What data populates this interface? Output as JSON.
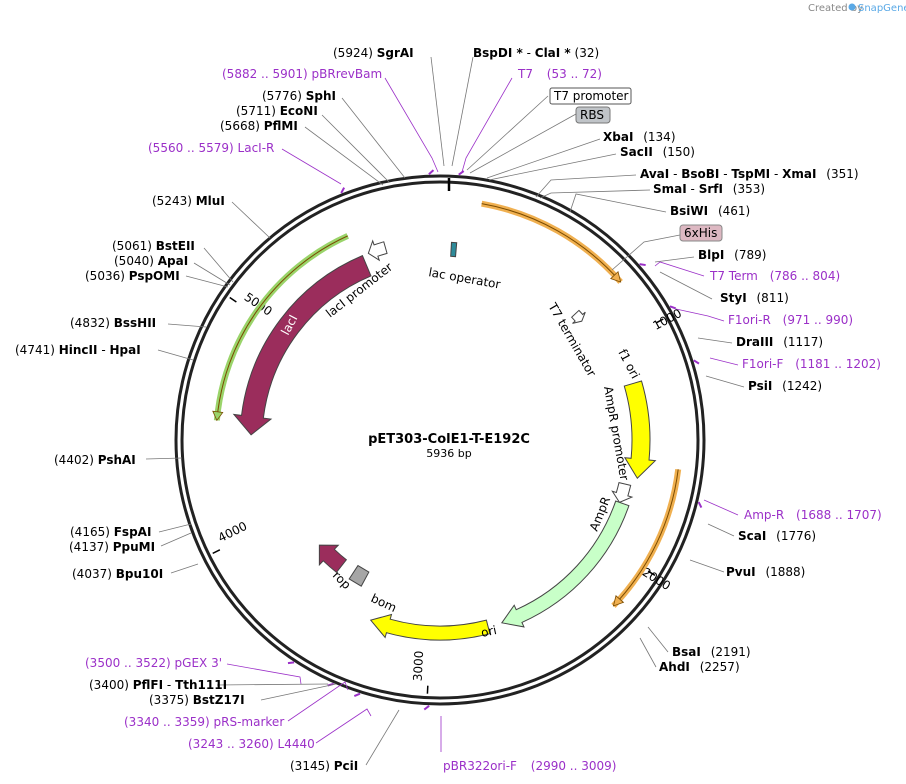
{
  "watermark": {
    "prefix": "Created by",
    "brand": "SnapGene"
  },
  "plasmid": {
    "name": "pET303-ColE1-T-E192C",
    "size_label": "5936 bp"
  },
  "ruler": [
    {
      "bp": 1000,
      "label": "1000"
    },
    {
      "bp": 2000,
      "label": "2000"
    },
    {
      "bp": 3000,
      "label": "3000"
    },
    {
      "bp": 4000,
      "label": "4000"
    },
    {
      "bp": 5000,
      "label": "5000"
    }
  ],
  "features": [
    {
      "name": "lacI",
      "start": 5545,
      "end": 4463,
      "color": "#9b2d5c",
      "kind": "arrow",
      "label": "lacI"
    },
    {
      "name": "lacI promoter",
      "start": 5660,
      "end": 5575,
      "color": "#ffffff",
      "kind": "arrow",
      "label": "lacI promoter"
    },
    {
      "name": "f1 ori",
      "start": 1200,
      "end": 1650,
      "color": "#ffff00",
      "kind": "arrow",
      "label": "f1 ori"
    },
    {
      "name": "AmpR promoter",
      "start": 1690,
      "end": 1785,
      "color": "#ffffff",
      "kind": "arrow",
      "label": "AmpR promoter"
    },
    {
      "name": "AmpR",
      "start": 1785,
      "end": 2645,
      "color": "#c8ffc8",
      "kind": "arrow",
      "label": "AmpR"
    },
    {
      "name": "ori",
      "start": 2715,
      "end": 3300,
      "color": "#ffff00",
      "kind": "arrow",
      "label": "ori"
    },
    {
      "name": "rop",
      "start": 3580,
      "end": 3760,
      "color": "#9b2d5c",
      "kind": "arrow",
      "label": "rop"
    },
    {
      "name": "bom",
      "start": 3420,
      "end": 3500,
      "color": "#a6a6a6",
      "kind": "box",
      "label": "bom"
    },
    {
      "name": "lac operator",
      "start": 40,
      "end": 65,
      "color": "#2e8b9a",
      "kind": "box",
      "label": "lac operator"
    },
    {
      "name": "T7 terminator",
      "start": 760,
      "end": 810,
      "color": "#ffffff",
      "kind": "arrow",
      "label": "T7 terminator"
    }
  ],
  "outer_arcs": [
    {
      "name": "orange-cds-1",
      "start": 150,
      "end": 790,
      "color": "#f0b050"
    },
    {
      "name": "orange-cds-2",
      "start": 1585,
      "end": 2190,
      "color": "#f0b050"
    },
    {
      "name": "green-arc-lacI",
      "start": 5520,
      "end": 4520,
      "color": "#9ad46a"
    }
  ],
  "labels": [
    {
      "id": "sgrai",
      "pos": "(5924)",
      "name": "SgrAI",
      "kind": "enzyme"
    },
    {
      "id": "bspdi-clai",
      "name": "BspDI *",
      "sep": "-",
      "name2": "ClaI *",
      "pos": "(32)",
      "kind": "enzyme"
    },
    {
      "id": "pbrrevbam",
      "pos": "(5882 .. 5901)",
      "name": "pBRrevBam",
      "kind": "primer"
    },
    {
      "id": "t7",
      "name": "T7",
      "pos": "(53 .. 72)",
      "kind": "primer"
    },
    {
      "id": "t7-promoter",
      "name": "T7 promoter",
      "kind": "box-white"
    },
    {
      "id": "rbs",
      "name": "RBS",
      "kind": "box-gray"
    },
    {
      "id": "sphi",
      "pos": "(5776)",
      "name": "SphI",
      "kind": "enzyme"
    },
    {
      "id": "econi",
      "pos": "(5711)",
      "name": "EcoNI",
      "kind": "enzyme"
    },
    {
      "id": "pflmi",
      "pos": "(5668)",
      "name": "PflMI",
      "kind": "enzyme"
    },
    {
      "id": "xbai",
      "name": "XbaI",
      "pos": "(134)",
      "kind": "enzyme"
    },
    {
      "id": "sacii",
      "name": "SacII",
      "pos": "(150)",
      "kind": "enzyme"
    },
    {
      "id": "laci-r",
      "pos": "(5560 .. 5579)",
      "name": "LacI-R",
      "kind": "primer"
    },
    {
      "id": "avai-group",
      "name": "AvaI",
      "sep": "-",
      "name2": "BsoBI",
      "name3": "TspMI",
      "name4": "XmaI",
      "pos": "(351)",
      "kind": "enzyme"
    },
    {
      "id": "smai-srfi",
      "name": "SmaI",
      "sep": "-",
      "name2": "SrfI",
      "pos": "(353)",
      "kind": "enzyme"
    },
    {
      "id": "mlui",
      "pos": "(5243)",
      "name": "MluI",
      "kind": "enzyme"
    },
    {
      "id": "bsiwi",
      "name": "BsiWI",
      "pos": "(461)",
      "kind": "enzyme"
    },
    {
      "id": "6xhis",
      "name": "6xHis",
      "kind": "box-pink"
    },
    {
      "id": "bsteii",
      "pos": "(5061)",
      "name": "BstEII",
      "kind": "enzyme"
    },
    {
      "id": "apai",
      "pos": "(5040)",
      "name": "ApaI",
      "kind": "enzyme"
    },
    {
      "id": "pspomi",
      "pos": "(5036)",
      "name": "PspOMI",
      "kind": "enzyme"
    },
    {
      "id": "blpi",
      "name": "BlpI",
      "pos": "(789)",
      "kind": "enzyme"
    },
    {
      "id": "t7-term",
      "name": "T7 Term",
      "pos": "(786 .. 804)",
      "kind": "primer"
    },
    {
      "id": "styi",
      "name": "StyI",
      "pos": "(811)",
      "kind": "enzyme"
    },
    {
      "id": "bsshii",
      "pos": "(4832)",
      "name": "BssHII",
      "kind": "enzyme"
    },
    {
      "id": "f1ori-r",
      "name": "F1ori-R",
      "pos": "(971 .. 990)",
      "kind": "primer"
    },
    {
      "id": "hincii-hpai",
      "pos": "(4741)",
      "name": "HincII",
      "sep": "-",
      "name2": "HpaI",
      "kind": "enzyme"
    },
    {
      "id": "draiii",
      "name": "DraIII",
      "pos": "(1117)",
      "kind": "enzyme"
    },
    {
      "id": "f1ori-f",
      "name": "F1ori-F",
      "pos": "(1181 .. 1202)",
      "kind": "primer"
    },
    {
      "id": "psii",
      "name": "PsiI",
      "pos": "(1242)",
      "kind": "enzyme"
    },
    {
      "id": "pshai",
      "pos": "(4402)",
      "name": "PshAI",
      "kind": "enzyme"
    },
    {
      "id": "amp-r",
      "name": "Amp-R",
      "pos": "(1688 .. 1707)",
      "kind": "primer"
    },
    {
      "id": "fspai",
      "pos": "(4165)",
      "name": "FspAI",
      "kind": "enzyme"
    },
    {
      "id": "scai",
      "name": "ScaI",
      "pos": "(1776)",
      "kind": "enzyme"
    },
    {
      "id": "ppumi",
      "pos": "(4137)",
      "name": "PpuMI",
      "kind": "enzyme"
    },
    {
      "id": "bpu10i",
      "pos": "(4037)",
      "name": "Bpu10I",
      "kind": "enzyme"
    },
    {
      "id": "pvui",
      "name": "PvuI",
      "pos": "(1888)",
      "kind": "enzyme"
    },
    {
      "id": "bsai",
      "name": "BsaI",
      "pos": "(2191)",
      "kind": "enzyme"
    },
    {
      "id": "ahdi",
      "name": "AhdI",
      "pos": "(2257)",
      "kind": "enzyme"
    },
    {
      "id": "pgex3",
      "pos": "(3500 .. 3522)",
      "name": "pGEX 3'",
      "kind": "primer"
    },
    {
      "id": "pflfi-tth111i",
      "pos": "(3400)",
      "name": "PflFI",
      "sep": "-",
      "name2": "Tth111I",
      "kind": "enzyme"
    },
    {
      "id": "bstz17i",
      "pos": "(3375)",
      "name": "BstZ17I",
      "kind": "enzyme"
    },
    {
      "id": "prs-marker",
      "pos": "(3340 .. 3359)",
      "name": "pRS-marker",
      "kind": "primer"
    },
    {
      "id": "l4440",
      "pos": "(3243 .. 3260)",
      "name": "L4440",
      "kind": "primer"
    },
    {
      "id": "pcii",
      "pos": "(3145)",
      "name": "PciI",
      "kind": "enzyme"
    },
    {
      "id": "pbr322ori-f",
      "name": "pBR322ori-F",
      "pos": "(2990 .. 3009)",
      "kind": "primer"
    }
  ]
}
